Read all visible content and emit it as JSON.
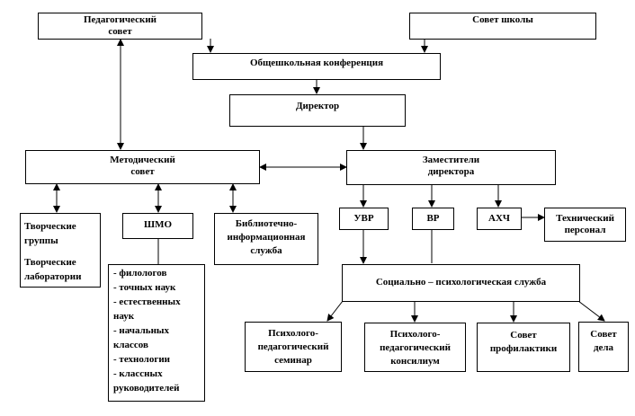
{
  "nodes": {
    "ped_sovet": [
      "Педагогический",
      "совет"
    ],
    "sovet_shkoly": "Совет школы",
    "konferenciya": "Общешкольная конференция",
    "direktor": "Директор",
    "metod_sovet": [
      "Методический",
      "совет"
    ],
    "zamestiteli": [
      "Заместители",
      "директора"
    ],
    "tvorcheskie_gruppy": "Творческие группы",
    "tvorcheskie_laboratorii": "Творческие лаборатории",
    "shmo": "ШМО",
    "biblio": [
      "Библиотечно-",
      "информационная",
      "служба"
    ],
    "uvr": "УВР",
    "vr": "ВР",
    "ahch": "АХЧ",
    "tech_personal": [
      "Технический",
      "персонал"
    ],
    "soc_psych": "Социально – психологическая служба",
    "psych_seminar": [
      "Психолого-",
      "педагогический",
      "семинар"
    ],
    "psych_konsilium": [
      "Психолого-",
      "педагогический",
      "консилиум"
    ],
    "sovet_profilaktiki": [
      "Совет",
      "профилактики"
    ],
    "sovet_dela": [
      "Совет",
      "дела"
    ]
  },
  "shmo_list": [
    "- филологов",
    "- точных наук",
    "- естественных",
    "наук",
    "- начальных",
    "классов",
    "- технологии",
    "- классных",
    "руководителей"
  ]
}
